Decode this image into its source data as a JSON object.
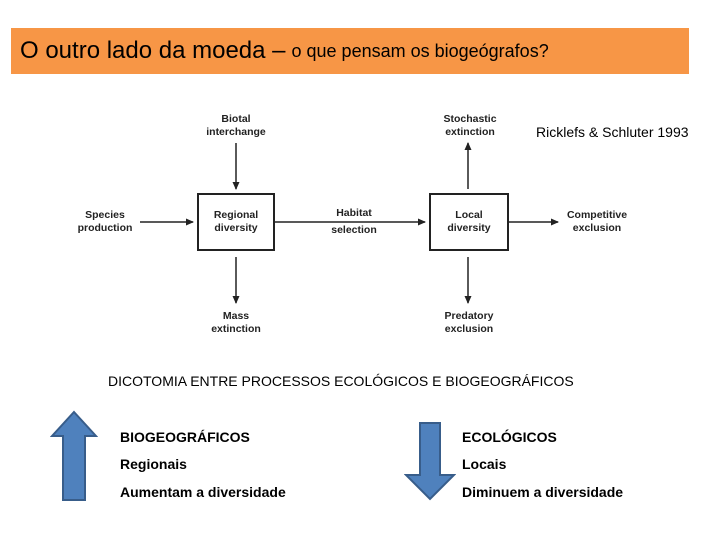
{
  "header": {
    "title_main": "O outro lado da moeda –",
    "title_sub": "o que pensam os biogeógrafos?"
  },
  "citation": "Ricklefs & Schluter 1993",
  "diagram": {
    "biotal_interchange": [
      "Biotal",
      "interchange"
    ],
    "stochastic_extinction": [
      "Stochastic",
      "extinction"
    ],
    "species_production": [
      "Species",
      "production"
    ],
    "regional_diversity": [
      "Regional",
      "diversity"
    ],
    "habitat_selection": [
      "Habitat",
      "selection"
    ],
    "local_diversity": [
      "Local",
      "diversity"
    ],
    "competitive_exclusion": [
      "Competitive",
      "exclusion"
    ],
    "mass_extinction": [
      "Mass",
      "extinction"
    ],
    "predatory_exclusion": [
      "Predatory",
      "exclusion"
    ]
  },
  "dichotomy": "DICOTOMIA ENTRE PROCESSOS ECOLÓGICOS E BIOGEOGRÁFICOS",
  "left_column": {
    "heading": "BIOGEOGRÁFICOS",
    "scale": "Regionais",
    "effect": "Aumentam  a diversidade",
    "arrow_icon": "arrow-up-icon"
  },
  "right_column": {
    "heading": "ECOLÓGICOS",
    "scale": "Locais",
    "effect": "Diminuem  a diversidade",
    "arrow_icon": "arrow-down-icon"
  },
  "colors": {
    "title_bar": "#f79646",
    "arrow_fill": "#4f81bd",
    "arrow_stroke": "#385d8a"
  }
}
